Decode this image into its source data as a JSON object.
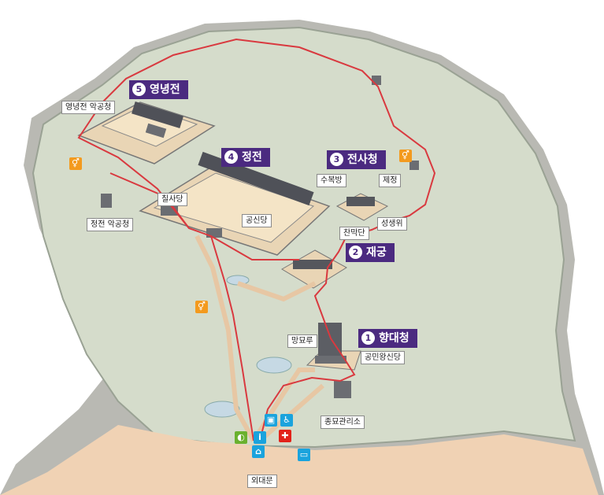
{
  "zones": [
    {
      "number": "1",
      "name": "향대청"
    },
    {
      "number": "2",
      "name": "재궁"
    },
    {
      "number": "3",
      "name": "전사청"
    },
    {
      "number": "4",
      "name": "정전"
    },
    {
      "number": "5",
      "name": "영녕전"
    }
  ],
  "places": {
    "yeongnyeongjeon_akgongcheong": "영녕전 악공청",
    "jeongjeon_akgongcheong": "정전 악공청",
    "chilsadang": "칠사당",
    "gongsindang": "공신당",
    "subokbang": "수복방",
    "jejeong": "제정",
    "chanmakdan": "찬막단",
    "seongsaengwi": "성생위",
    "mangmyoru": "망묘루",
    "gongminwangsindang": "공민왕신당",
    "jongmyo_office": "종묘관리소",
    "oedaemun": "외대문"
  },
  "icons": {
    "restroom": "restroom-icon",
    "info": "information-icon",
    "first_aid": "first-aid-icon",
    "accessible": "wheelchair-icon",
    "stroller": "stroller-icon",
    "locker": "locker-icon",
    "ticket": "ticket-icon"
  },
  "colors": {
    "zone_label": "#4b2a80",
    "route": "#d9393f",
    "grass": "#d5dccb",
    "plaza": "#f0d2b4",
    "restroom_icon": "#f39a1e",
    "info_icon": "#1aa3dd",
    "first_aid_icon": "#e2231a",
    "green_icon": "#6ab12f"
  }
}
